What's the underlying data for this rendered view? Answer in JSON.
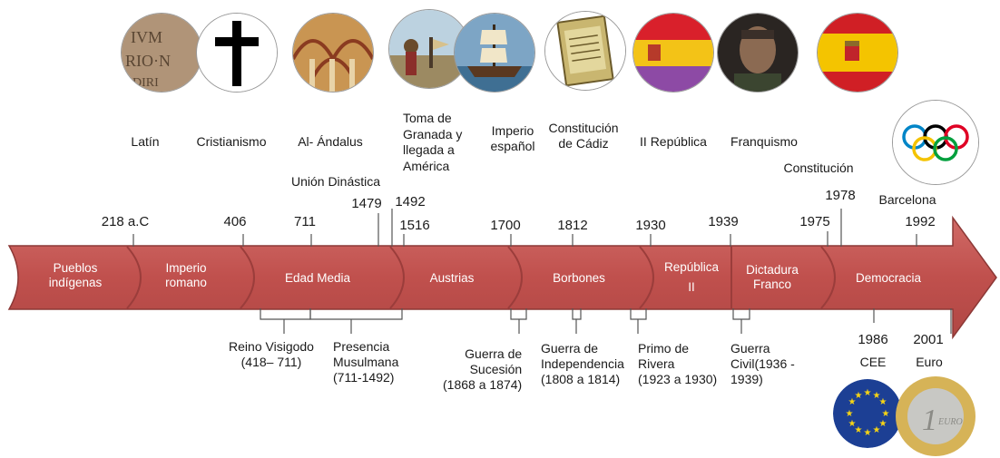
{
  "images": {
    "latin": "Roman stone inscription",
    "cristianismo": "cross-icon",
    "alandalus": "Mezquita arches",
    "granada": "Columbus arrival",
    "imperio": "galleon ship",
    "cadiz": "Constitution book",
    "republica": "Second Republic flag",
    "franquismo": "Franco portrait",
    "democracia": "Spanish flag",
    "barcelona": "olympic-rings-icon",
    "cee": "EU flag",
    "euro": "one euro coin"
  },
  "top_labels": {
    "latin": "Latín",
    "cristianismo": "Cristianismo",
    "alandalus": "Al- Ándalus",
    "granada": [
      "Toma de",
      "Granada y",
      "llegada a",
      "América"
    ],
    "imperio": [
      "Imperio",
      "español"
    ],
    "cadiz": [
      "Constitución",
      "de Cádiz"
    ],
    "republica": "II República",
    "franquismo": "Franquismo",
    "union": "Unión Dinástica",
    "constitucion": "Constitución",
    "barcelona": "Barcelona"
  },
  "years_top": {
    "y218": "218 a.C",
    "y406": "406",
    "y711": "711",
    "y1479": "1479",
    "y1492": "1492",
    "y1516": "1516",
    "y1700": "1700",
    "y1812": "1812",
    "y1930": "1930",
    "y1939": "1939",
    "y1975": "1975",
    "y1978": "1978",
    "y1992": "1992"
  },
  "segments": {
    "pueblos": [
      "Pueblos",
      "indígenas"
    ],
    "imperio_romano": [
      "Imperio",
      "romano"
    ],
    "edad_media": "Edad Media",
    "austrias": "Austrias",
    "borbones": "Borbones",
    "republica": [
      "República",
      "II"
    ],
    "dictadura": [
      "Dictadura",
      "Franco"
    ],
    "democracia": "Democracia"
  },
  "below_labels": {
    "visigodo": [
      "Reino Visigodo",
      "(418– 711)"
    ],
    "musulmana": [
      "Presencia",
      "Musulmana",
      "(711-1492)"
    ],
    "sucesion": [
      "Guerra de",
      "Sucesión",
      "(1868 a 1874)"
    ],
    "independencia": [
      "Guerra de",
      "Independencia",
      "(1808 a 1814)"
    ],
    "primo": [
      "Primo de",
      "Rivera",
      "(1923 a 1930)"
    ],
    "civil": [
      "Guerra",
      "Civil(1936 -",
      "1939)"
    ],
    "y1986": "1986",
    "cee": "CEE",
    "y2001": "2001",
    "euro": "Euro"
  },
  "colors": {
    "arrow_fill": "#c0504d",
    "arrow_stroke": "#8c3836",
    "segment_divider": "#9b3d3b"
  }
}
